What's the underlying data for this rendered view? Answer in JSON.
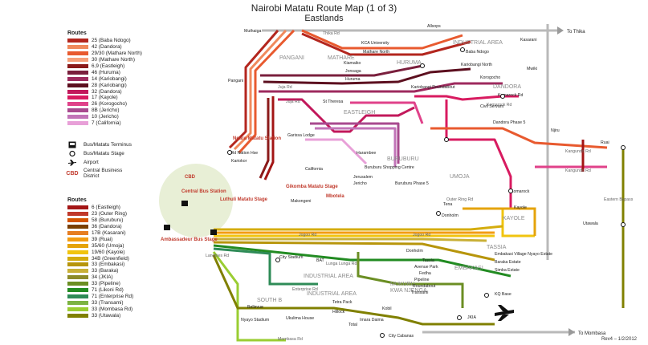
{
  "title": "Nairobi Matatu Route Map (1 of 3)",
  "subtitle": "Eastlands",
  "legend_routes_1": {
    "heading": "Routes",
    "items": [
      {
        "label": "25 (Baba Ndogo)",
        "color": "#b3261e"
      },
      {
        "label": "42 (Dandora)",
        "color": "#f08a5d"
      },
      {
        "label": "29/30 (Mathare North)",
        "color": "#e85a2f"
      },
      {
        "label": "30 (Mathare North)",
        "color": "#f6a07a"
      },
      {
        "label": "6,9 (Eastleigh)",
        "color": "#8b1a1a"
      },
      {
        "label": "46 (Huruma)",
        "color": "#7a1f3d"
      },
      {
        "label": "14 (Kariobangi)",
        "color": "#9e2a5e"
      },
      {
        "label": "28 (Kariobangi)",
        "color": "#5c0f1f"
      },
      {
        "label": "32 (Dandora)",
        "color": "#c2185b"
      },
      {
        "label": "17 (Kayole)",
        "color": "#d81b60"
      },
      {
        "label": "26 (Korogocho)",
        "color": "#e0428a"
      },
      {
        "label": "8B (Jericho)",
        "color": "#a84a8f"
      },
      {
        "label": "10 (Jericho)",
        "color": "#c274b8"
      },
      {
        "label": "7 (California)",
        "color": "#e8a0d8"
      }
    ]
  },
  "symbols": {
    "terminus": "Bus/Matatu Terminus",
    "stage": "Bus/Matatu Stage",
    "airport": "Airport",
    "cbd_abbr": "CBD",
    "cbd_label_1": "Central Business",
    "cbd_label_2": "District"
  },
  "legend_routes_2": {
    "heading": "Routes",
    "items": [
      {
        "label": "6 (Eastleigh)",
        "color": "#a31515"
      },
      {
        "label": "23 (Outer Ring)",
        "color": "#c0392b"
      },
      {
        "label": "58 (Buruburu)",
        "color": "#d35400"
      },
      {
        "label": "36 (Dandora)",
        "color": "#7b3f00"
      },
      {
        "label": "17B (Kasarani)",
        "color": "#e67e22"
      },
      {
        "label": "39 (Ruai)",
        "color": "#f39c12"
      },
      {
        "label": "35/60 (Umoja)",
        "color": "#e5a30b"
      },
      {
        "label": "19/60 (Kayole)",
        "color": "#f1c40f"
      },
      {
        "label": "34B (Greenfield)",
        "color": "#d4ac0d"
      },
      {
        "label": "33 (Embakasi)",
        "color": "#b7950b"
      },
      {
        "label": "33 (Baraka)",
        "color": "#c9b037"
      },
      {
        "label": "34 (JKIA)",
        "color": "#8d8b2a"
      },
      {
        "label": "33 (Pipeline)",
        "color": "#6b8e23"
      },
      {
        "label": "71 (Likoni Rd)",
        "color": "#228b22"
      },
      {
        "label": "71 (Enterprise Rd)",
        "color": "#2e8b57"
      },
      {
        "label": "33 (Transami)",
        "color": "#7cb342"
      },
      {
        "label": "33 (Mombasa Rd)",
        "color": "#9acd32"
      },
      {
        "label": "33 (Utawala)",
        "color": "#808000"
      }
    ]
  },
  "map": {
    "to_thika": "To Thika",
    "to_mombasa": "To Mombasa",
    "areas": {
      "industrial_top": "INDUSTRIAL AREA",
      "dandora": "DANDORA",
      "eastleigh": "EASTLEIGH",
      "pangani": "PANGANI",
      "mathare": "MATHARE",
      "umoja": "UMOJA",
      "kayole": "KAYOLE",
      "tassia": "TASSIA",
      "embakasi": "EMBAKASI",
      "industrial_mid": "INDUSTRIAL AREA",
      "industrial_low": "INDUSTRIAL AREA",
      "south_b": "SOUTH B",
      "mukuru": "MUKURU",
      "kwa_njenga": "KWA NJENGA",
      "buruburu": "BURUBURU",
      "huruma": "HURUMA"
    },
    "roads": {
      "thika": "Thika Rd",
      "juja_1": "Juja Rd",
      "juja_2": "Juja Rd",
      "kangundo_1": "Kangundo Rd",
      "kangundo_2": "Kangundo Rd",
      "jogoo_1": "Jogoo Rd",
      "jogoo_2": "Jogoo Rd",
      "lunga": "Lunga Lunga Rd",
      "enterprise": "Enterprise Rd",
      "mombasa": "Mombasa Rd",
      "outer_ring": "Outer Ring Rd",
      "ring_left": "Landhies Rd",
      "eastern_bypass": "Eastern Bypass",
      "komarock_rd": "Komarock Rd"
    },
    "places": {
      "allsops": "Allsops",
      "muthaiga": "Muthaiga",
      "kca": "KCA University",
      "mathare_north": "Mathare North",
      "baba_ndogo": "Baba Ndogo",
      "kasarani": "Kasarani",
      "mwiki": "Mwiki",
      "kiamaiko": "Kiamaiko",
      "jonsaga": "Jonsaga",
      "huruma_pl": "Huruma",
      "kariobangi_n": "Kariobangi North",
      "korogocho": "Korogocho",
      "dandora_ph": "Dandora Phase 5",
      "kariobangi_r": "Kariobangi Roundabout",
      "komarock_rd2": "Komarock Rd",
      "civil": "Civil Servant",
      "pangani_pl": "Pangani",
      "st_theresa": "St Theresa",
      "gatina": "Garissa Lodge",
      "ngara": "Ngara Matatu Station",
      "old_nation": "Old Nation Hse",
      "karikor": "Kariokor",
      "cbd": "CBD",
      "central_bus": "Central Bus Station",
      "luthuli": "Luthuli Matatu Stage",
      "gikomba": "Gikomba Matatu Stage",
      "mbotela": "Mbotela",
      "makongeni": "Makongeni",
      "california": "California",
      "jericho": "Jericho",
      "jerusalem": "Jerusalem",
      "harambee": "Harambee",
      "buruburu_sc": "Buruburu Shopping Centre",
      "buruburu_5": "Buruburu Phase 5",
      "donholm": "Donholm",
      "tena": "Tena",
      "komarock": "Komarock",
      "kayole": "Kayole",
      "ruai": "Ruai",
      "utawala": "Utawala",
      "njiru": "Njiru",
      "ambassadeur": "Ambassadeur Bus Stage",
      "city_stadium": "City Stadium",
      "bat": "BAT",
      "donholm2": "Donholm",
      "tassia_pl": "Tassia",
      "avenue": "Avenue Park",
      "fedha": "Fedha",
      "pipeline": "Pipeline",
      "roundabout": "Roundabout",
      "transami": "Transami",
      "kq_base": "KQ Base",
      "jkia": "JKIA",
      "simba": "Simba Estate",
      "baraka": "Baraka Estate",
      "embakasi_v": "Embakasi Village Nyayo Estate",
      "city_cabanas": "City Cabanas",
      "hillock": "Hillock",
      "tetra": "Tetra Pack",
      "nyayo": "Nyayo Stadium",
      "bellevue": "Bellevue",
      "imara": "Imara Daima",
      "kobil": "Kobil",
      "total": "Total",
      "ukulima": "Ukulima House"
    },
    "revision": "Rev4 – 1/2/2012"
  }
}
